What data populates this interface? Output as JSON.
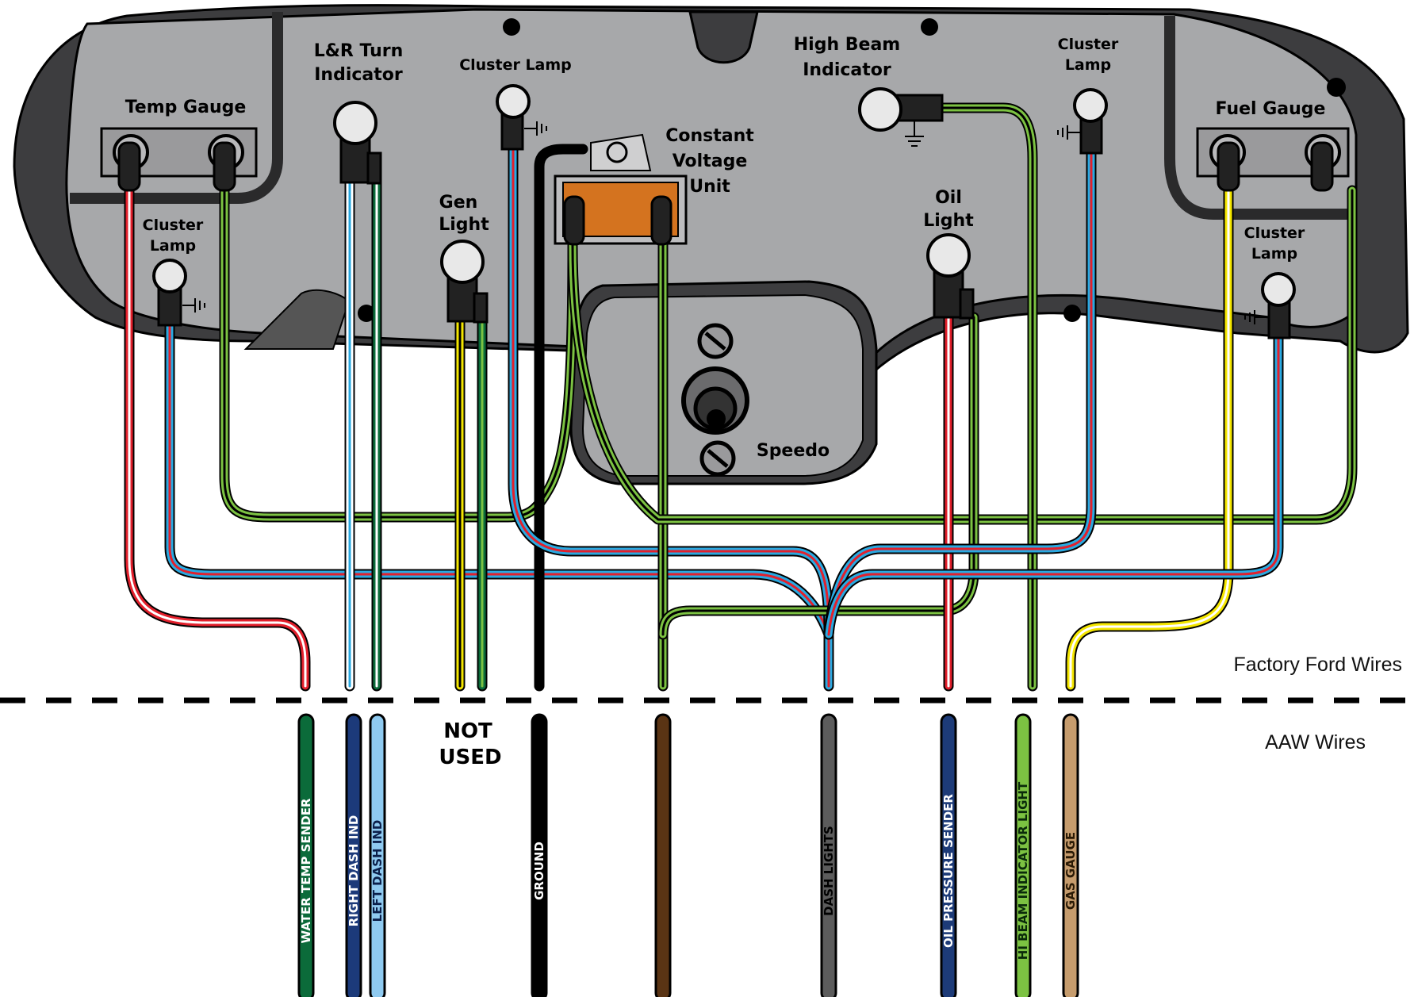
{
  "labels": {
    "temp_gauge": "Temp Gauge",
    "turn_indicator_line1": "L&R Turn",
    "turn_indicator_line2": "Indicator",
    "cluster_lamp_top": "Cluster Lamp",
    "gen_light_line1": "Gen",
    "gen_light_line2": "Light",
    "cvu_line1": "Constant",
    "cvu_line2": "Voltage",
    "cvu_line3": "Unit",
    "high_beam_line1": "High Beam",
    "high_beam_line2": "Indicator",
    "cluster_lamp_right_top_line1": "Cluster",
    "cluster_lamp_right_top_line2": "Lamp",
    "fuel_gauge": "Fuel Gauge",
    "cluster_lamp_left_line1": "Cluster",
    "cluster_lamp_left_line2": "Lamp",
    "oil_light_line1": "Oil",
    "oil_light_line2": "Light",
    "cluster_lamp_right_line1": "Cluster",
    "cluster_lamp_right_line2": "Lamp",
    "speedo": "Speedo",
    "factory_ford_wires": "Factory Ford Wires",
    "aaw_wires": "AAW Wires",
    "not_used_line1": "NOT",
    "not_used_line2": "USED"
  },
  "aaw_wires": [
    {
      "label": "WATER TEMP SENDER",
      "color": "#0b6b3a",
      "text_color": "#ffffff"
    },
    {
      "label": "RIGHT DASH IND",
      "color": "#1c3a7a",
      "text_color": "#ffffff"
    },
    {
      "label": "LEFT DASH IND",
      "color": "#8fcaf0",
      "text_color": "#0b1f4a"
    },
    {
      "label": "GROUND",
      "color": "#000000",
      "text_color": "#ffffff"
    },
    {
      "label": "",
      "color": "#5a3414",
      "text_color": "#ffffff"
    },
    {
      "label": "DASH LIGHTS",
      "color": "#5c5c5c",
      "text_color": "#000000"
    },
    {
      "label": "OIL PRESSURE SENDER",
      "color": "#1d3b78",
      "text_color": "#ffffff"
    },
    {
      "label": "HI BEAM INDICATOR LIGHT",
      "color": "#7cc242",
      "text_color": "#0a2a0a"
    },
    {
      "label": "GAS GAUGE",
      "color": "#c69c6d",
      "text_color": "#2a1a05"
    }
  ],
  "colors": {
    "panel": "#a7a8aa",
    "bezel": "#3d3d3f",
    "red": "#e2202c",
    "blue": "#29a9e1",
    "green": "#7cc242",
    "yellow": "#f4e600",
    "black": "#000000",
    "orange": "#d4731f"
  }
}
